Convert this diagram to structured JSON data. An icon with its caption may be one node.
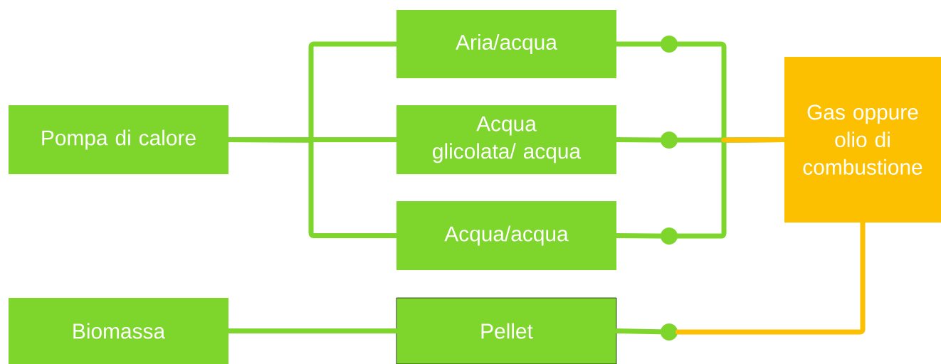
{
  "diagram": {
    "nodes": [
      {
        "text": [
          "Pompa di calore"
        ]
      },
      {
        "text": [
          "Aria/acqua"
        ]
      },
      {
        "text": [
          "Acqua glicolata/ acqua"
        ]
      },
      {
        "text": [
          "Acqua/acqua"
        ]
      },
      {
        "text": [
          "Biomassa"
        ]
      },
      {
        "text": [
          "Pellet"
        ]
      },
      {
        "text": [
          "Gas oppure olio di combustione"
        ]
      },
      {
        "text": [],
        "shape": "circle"
      },
      {
        "text": [],
        "shape": "circle"
      },
      {
        "text": [],
        "shape": "circle"
      },
      {
        "text": [],
        "shape": "circle"
      }
    ],
    "edges": [
      {
        "from": 0,
        "to": 1,
        "arrow": "none"
      },
      {
        "from": 0,
        "to": 2,
        "arrow": "none"
      },
      {
        "from": 0,
        "to": 3,
        "arrow": "none"
      },
      {
        "from": 1,
        "to": 7,
        "arrow": "none"
      },
      {
        "from": 2,
        "to": 8,
        "arrow": "none"
      },
      {
        "from": 3,
        "to": 9,
        "arrow": "none"
      },
      {
        "from": 7,
        "to": 6,
        "arrow": "none"
      },
      {
        "from": 8,
        "to": 6,
        "arrow": "none",
        "color": "#fcc000"
      },
      {
        "from": 9,
        "to": 6,
        "arrow": "none"
      },
      {
        "from": 4,
        "to": 5,
        "arrow": "none"
      },
      {
        "from": 5,
        "to": 10,
        "arrow": "none"
      },
      {
        "from": 10,
        "to": 6,
        "arrow": "none",
        "color": "#fcc000"
      }
    ]
  }
}
